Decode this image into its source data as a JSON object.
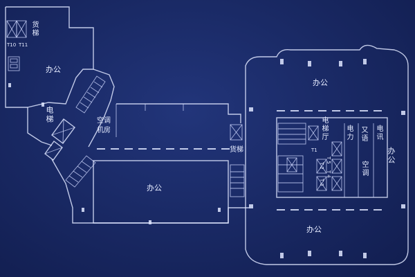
{
  "labels": {
    "freight_lift_left": "货梯",
    "t10": "T10",
    "t11": "T11",
    "office_top_left": "办公",
    "elevator_left": "电梯",
    "ac_room": "空调机房",
    "office_center": "办公",
    "freight_lift_center": "货梯",
    "office_right_top": "办公",
    "office_right_bottom": "办公",
    "office_right_side": "办公",
    "core_elevator": "电梯厅",
    "core_electric": "电力",
    "core_voice": "又语",
    "core_ac": "空调",
    "core_telecom": "电讯",
    "t1": "T1",
    "t2": "T2",
    "t3": "T3",
    "t4": "T4",
    "t5": "T5"
  },
  "colors": {
    "background": "#1a2a66",
    "linework": "#dfe6ff"
  }
}
